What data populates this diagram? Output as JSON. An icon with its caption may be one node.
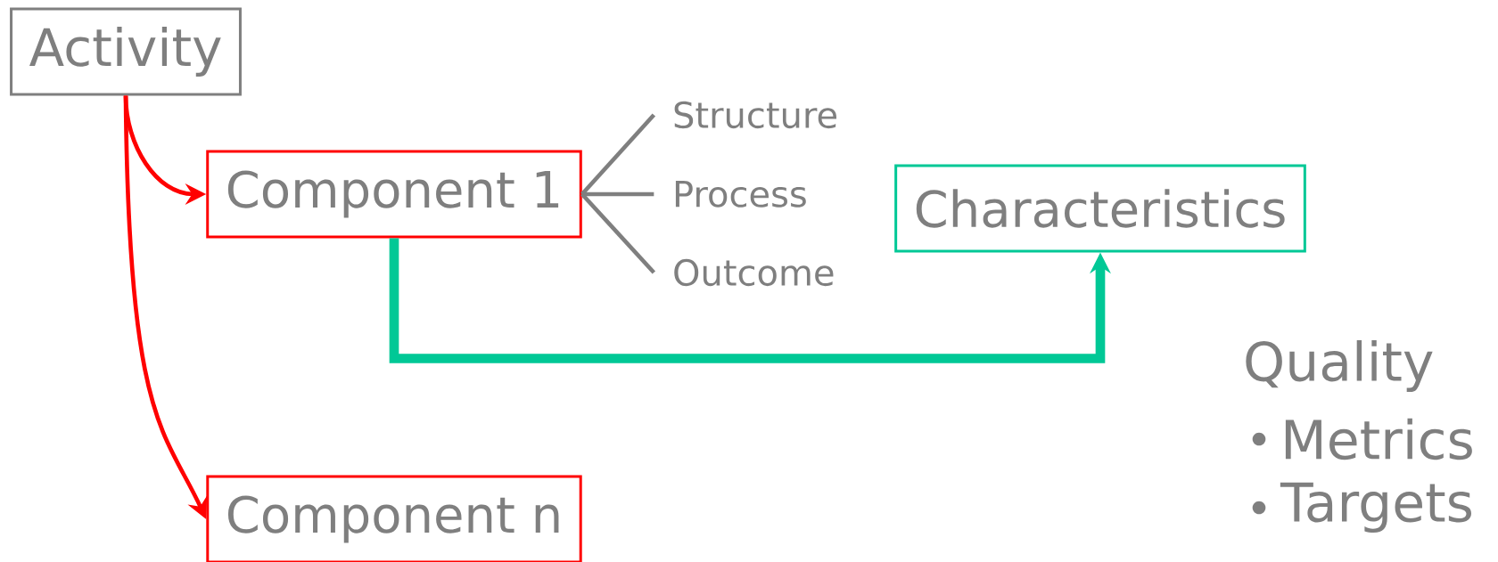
{
  "diagram": {
    "nodes": [
      {
        "text": [
          "Activity"
        ]
      },
      {
        "text": [
          "Component 1"
        ]
      },
      {
        "text": [
          "Structure"
        ]
      },
      {
        "text": [
          "Process"
        ]
      },
      {
        "text": [
          "Outcome"
        ]
      },
      {
        "text": [
          "Characteristics"
        ]
      },
      {
        "text": [
          "Component n"
        ]
      }
    ],
    "edges": [
      {
        "from": 0,
        "to": 1,
        "arrow": "to",
        "color": "#ff0000"
      },
      {
        "from": 0,
        "to": 6,
        "arrow": "to",
        "color": "#ff0000"
      },
      {
        "from": 1,
        "to": 2,
        "arrow": "none"
      },
      {
        "from": 1,
        "to": 3,
        "arrow": "none"
      },
      {
        "from": 1,
        "to": 4,
        "arrow": "none"
      },
      {
        "from": 1,
        "to": 5,
        "arrow": "to",
        "style": "thick",
        "color": "#00c896"
      }
    ],
    "labels": [
      "Quality",
      "Metrics",
      "Targets"
    ]
  }
}
